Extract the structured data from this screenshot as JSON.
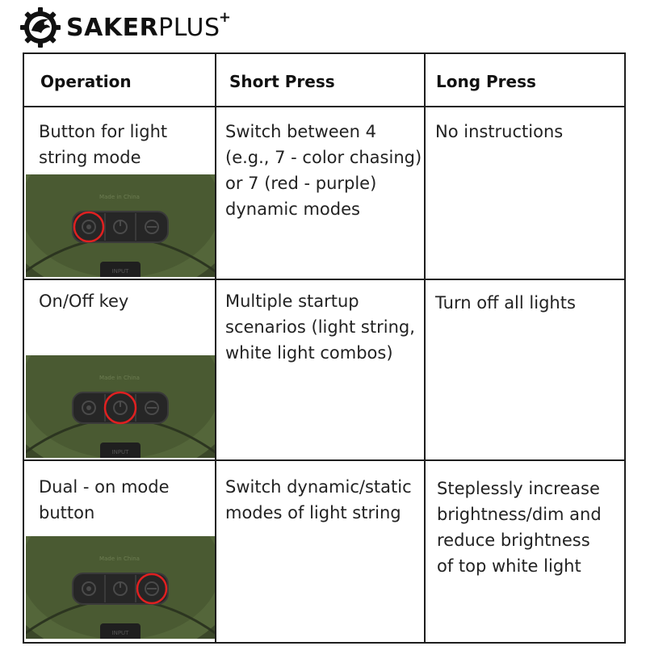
{
  "brand": {
    "name_bold": "SAKER",
    "name_light": "PLUS",
    "plus_mark": "+"
  },
  "table": {
    "headers": {
      "operation": "Operation",
      "short_press": "Short Press",
      "long_press": "Long Press"
    },
    "rows": [
      {
        "operation": [
          "Button for light",
          "string mode"
        ],
        "short_press": [
          "Switch between 4",
          "(e.g., 7 - color chasing)",
          "or 7 (red - purple)",
          "dynamic modes"
        ],
        "long_press": [
          "No instructions"
        ],
        "photo_label": "Made in China",
        "port_label": "INPUT",
        "highlighted_button": "mode-button"
      },
      {
        "operation": [
          "On/Off key"
        ],
        "short_press": [
          "Multiple startup",
          "scenarios (light string,",
          "white light combos)"
        ],
        "long_press": [
          "Turn off all lights"
        ],
        "photo_label": "Made in China",
        "port_label": "INPUT",
        "highlighted_button": "power-button"
      },
      {
        "operation": [
          "Dual - on mode",
          "button"
        ],
        "short_press": [
          "Switch dynamic/static",
          "modes of light string"
        ],
        "long_press": [
          "Steplessly increase",
          "brightness/dim and",
          "reduce brightness",
          "of top white light"
        ],
        "photo_label": "Made in China",
        "port_label": "INPUT",
        "highlighted_button": "dual-mode-button"
      }
    ]
  },
  "colors": {
    "device_body": "#4a5a32",
    "device_dark": "#2c3520",
    "button_panel": "#2a2a2a",
    "highlight_ring": "#e02020",
    "border": "#1e1e1e"
  }
}
